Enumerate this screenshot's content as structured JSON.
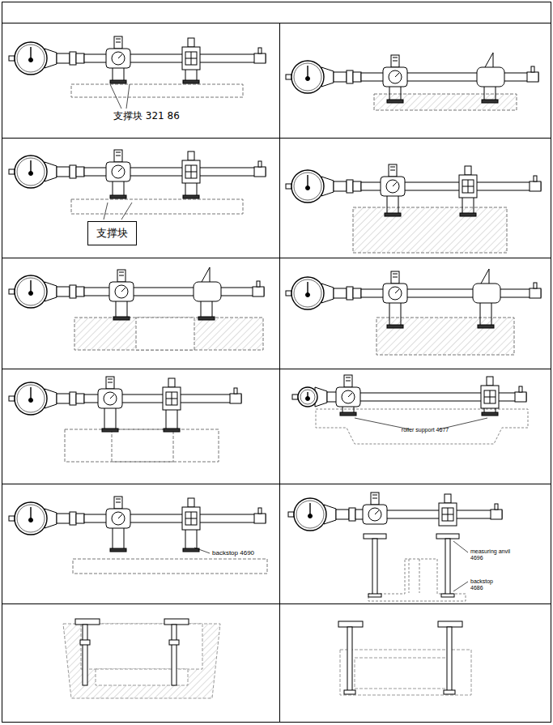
{
  "diagram": {
    "nodes": [
      {
        "text": [
          "支撑块"
        ]
      }
    ],
    "labels": [
      "支撑块 321 86",
      "roller support 4677",
      "backstop 4690",
      "measuring anvil 4696",
      "backstop 4686"
    ]
  }
}
